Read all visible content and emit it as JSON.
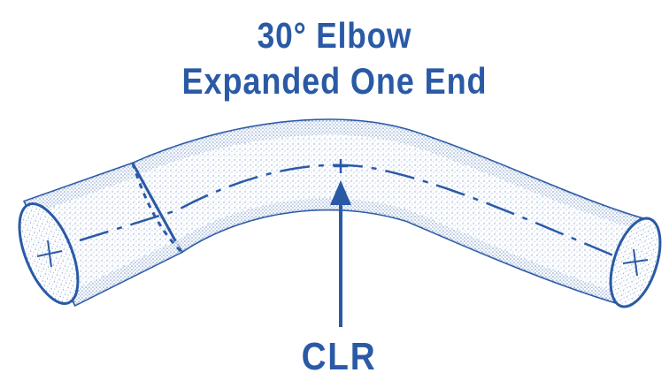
{
  "title": {
    "line1": "30° Elbow",
    "line2": "Expanded One End"
  },
  "callout": {
    "label": "CLR"
  },
  "colors": {
    "ink": "#2a5aa6",
    "background": "#ffffff"
  }
}
